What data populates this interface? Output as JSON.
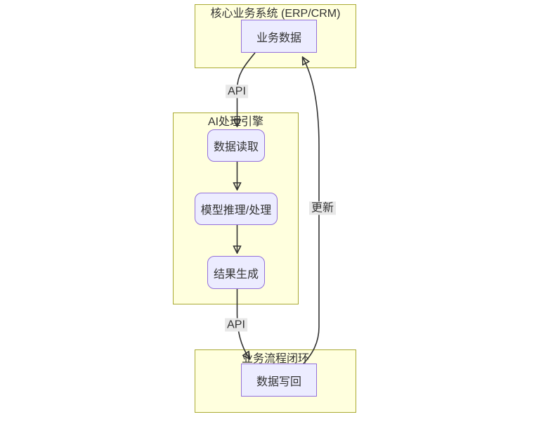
{
  "diagram": {
    "type": "flowchart",
    "clusters": [
      {
        "id": "core-system",
        "title": "核心业务系统 (ERP/CRM)"
      },
      {
        "id": "ai-engine",
        "title": "AI处理引擎"
      },
      {
        "id": "process-loop",
        "title": "业务流程闭环"
      }
    ],
    "nodes": [
      {
        "id": "business-data",
        "label": "业务数据",
        "shape": "rect",
        "cluster": "核心业务系统 (ERP/CRM)"
      },
      {
        "id": "data-read",
        "label": "数据读取",
        "shape": "rounded",
        "cluster": "AI处理引擎"
      },
      {
        "id": "model-inference",
        "label": "模型推理/处理",
        "shape": "rounded",
        "cluster": "AI处理引擎"
      },
      {
        "id": "result-generation",
        "label": "结果生成",
        "shape": "rounded",
        "cluster": "AI处理引擎"
      },
      {
        "id": "data-writeback",
        "label": "数据写回",
        "shape": "rect",
        "cluster": "业务流程闭环"
      }
    ],
    "edges": [
      {
        "from": "业务数据",
        "to": "数据读取",
        "label": "API"
      },
      {
        "from": "数据读取",
        "to": "模型推理/处理",
        "label": ""
      },
      {
        "from": "模型推理/处理",
        "to": "结果生成",
        "label": ""
      },
      {
        "from": "结果生成",
        "to": "数据写回",
        "label": "API"
      },
      {
        "from": "数据写回",
        "to": "业务数据",
        "label": "更新"
      }
    ],
    "colors": {
      "cluster_fill": "#ffffde",
      "cluster_border": "#aaaa33",
      "node_fill": "#ececff",
      "node_border": "#9370db",
      "edge_stroke": "#333333",
      "edge_label_bg": "#e8e8e8",
      "text": "#333333",
      "canvas": "#ffffff"
    }
  }
}
